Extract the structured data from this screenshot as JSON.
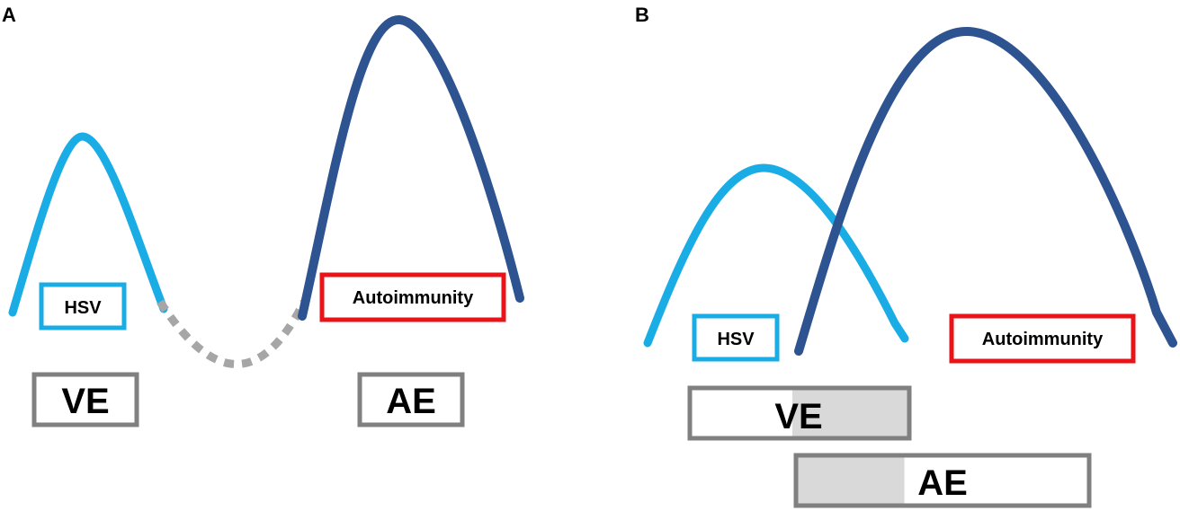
{
  "panels": {
    "a": {
      "label": "A",
      "hsv": "HSV",
      "autoimmunity": "Autoimmunity",
      "ve": "VE",
      "ae": "AE"
    },
    "b": {
      "label": "B",
      "hsv": "HSV",
      "autoimmunity": "Autoimmunity",
      "ve": "VE",
      "ae": "AE"
    }
  },
  "colors": {
    "hsv_curve": "#1AACE4",
    "autoimmunity_curve": "#2E5391",
    "hsv_box": "#1AACE4",
    "autoimmunity_box": "#E8141A",
    "phase_box": "#808080",
    "dotted_gap": "#A6A6A6",
    "overlap_fill": "#D9D9D9"
  }
}
